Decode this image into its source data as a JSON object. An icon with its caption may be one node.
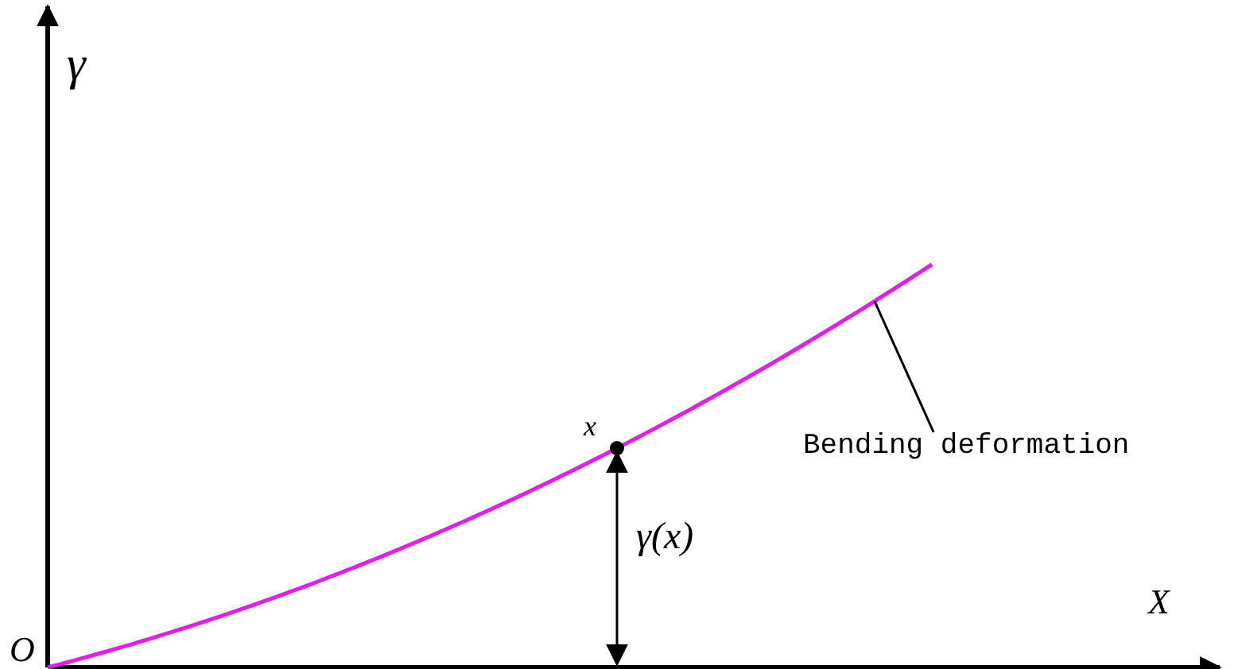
{
  "diagram": {
    "nodes": [
      {
        "text": [
          "Bending deformation"
        ]
      },
      {
        "text": [],
        "shape": "line"
      }
    ],
    "edges": [
      {
        "from": 0,
        "to": 1,
        "arrow": "none"
      }
    ],
    "labels": [
      "γ",
      "O",
      "X",
      "x",
      "γ(x)"
    ]
  }
}
